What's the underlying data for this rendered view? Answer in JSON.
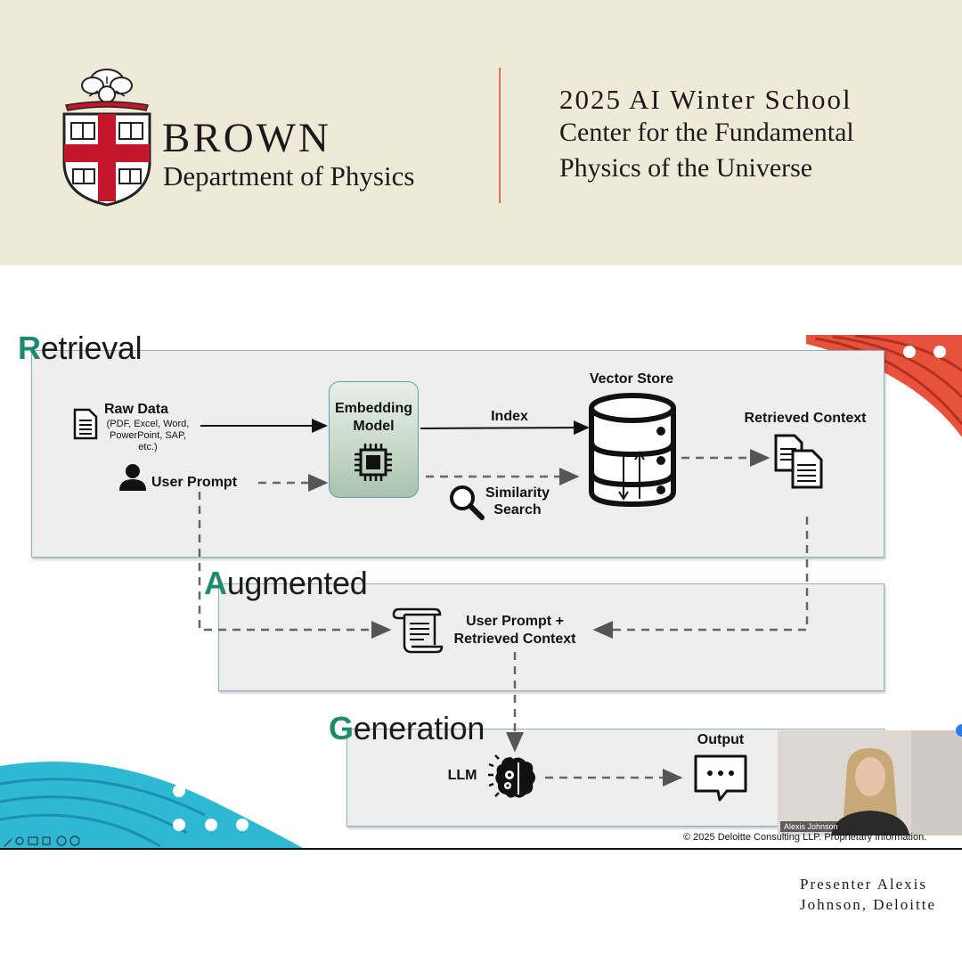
{
  "header": {
    "university": "BROWN",
    "department": "Department of Physics",
    "event_line1": "2025 AI Winter School",
    "event_line2": "Center for the Fundamental",
    "event_line3": "Physics of the Universe"
  },
  "diagram": {
    "sections": {
      "retrieval": {
        "initial": "R",
        "rest": "etrieval"
      },
      "augmented": {
        "initial": "A",
        "rest": "ugmented"
      },
      "generation": {
        "initial": "G",
        "rest": "eneration"
      }
    },
    "nodes": {
      "raw_data": "Raw Data",
      "raw_data_sub1": "(PDF, Excel, Word,",
      "raw_data_sub2": "PowerPoint, SAP,",
      "raw_data_sub3": "etc.)",
      "user_prompt": "User Prompt",
      "embedding_line1": "Embedding",
      "embedding_line2": "Model",
      "index": "Index",
      "vector_store": "Vector Store",
      "similarity_line1": "Similarity",
      "similarity_line2": "Search",
      "retrieved_context": "Retrieved Context",
      "combined_line1": "User Prompt +",
      "combined_line2": "Retrieved Context",
      "llm": "LLM",
      "output": "Output"
    },
    "icons": [
      "document-icon",
      "user-icon",
      "chip-icon",
      "database-icon",
      "magnifier-icon",
      "documents-icon",
      "scroll-icon",
      "brain-gear-icon",
      "chat-bubble-icon"
    ]
  },
  "slide": {
    "copyright": "© 2025 Deloitte Consulting LLP.  Proprietary Information.",
    "video_name": "Alexis Johnson"
  },
  "footer": {
    "presenter_line1": "Presenter Alexis",
    "presenter_line2": "Johnson, Deloitte"
  },
  "colors": {
    "header_bg": "#efead7",
    "accent_green": "#1d8a6c",
    "divider": "#e26a5e",
    "brown_red": "#c4162a"
  }
}
